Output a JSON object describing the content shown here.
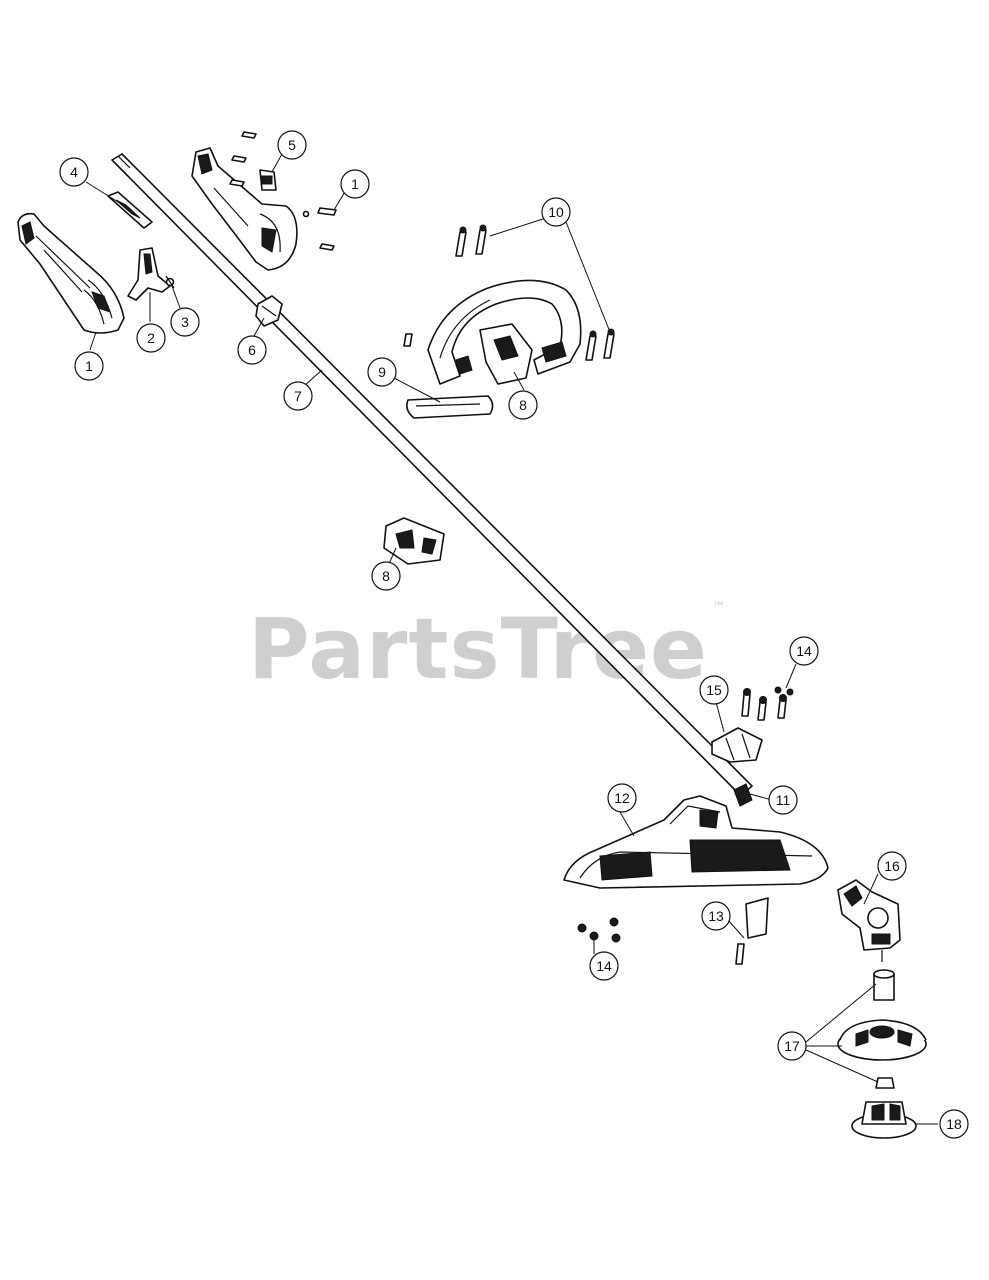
{
  "watermark": {
    "brand": "PartsTree",
    "mark": "™",
    "color": "#cfcfcf"
  },
  "callouts": [
    {
      "id": "c1a",
      "label": "1"
    },
    {
      "id": "c1b",
      "label": "1"
    },
    {
      "id": "c2",
      "label": "2"
    },
    {
      "id": "c3",
      "label": "3"
    },
    {
      "id": "c4",
      "label": "4"
    },
    {
      "id": "c5",
      "label": "5"
    },
    {
      "id": "c6",
      "label": "6"
    },
    {
      "id": "c7",
      "label": "7"
    },
    {
      "id": "c8a",
      "label": "8"
    },
    {
      "id": "c8b",
      "label": "8"
    },
    {
      "id": "c9",
      "label": "9"
    },
    {
      "id": "c10",
      "label": "10"
    },
    {
      "id": "c11",
      "label": "11"
    },
    {
      "id": "c12",
      "label": "12"
    },
    {
      "id": "c13",
      "label": "13"
    },
    {
      "id": "c14a",
      "label": "14"
    },
    {
      "id": "c14b",
      "label": "14"
    },
    {
      "id": "c15",
      "label": "15"
    },
    {
      "id": "c16",
      "label": "16"
    },
    {
      "id": "c17",
      "label": "17"
    },
    {
      "id": "c18",
      "label": "18"
    }
  ]
}
